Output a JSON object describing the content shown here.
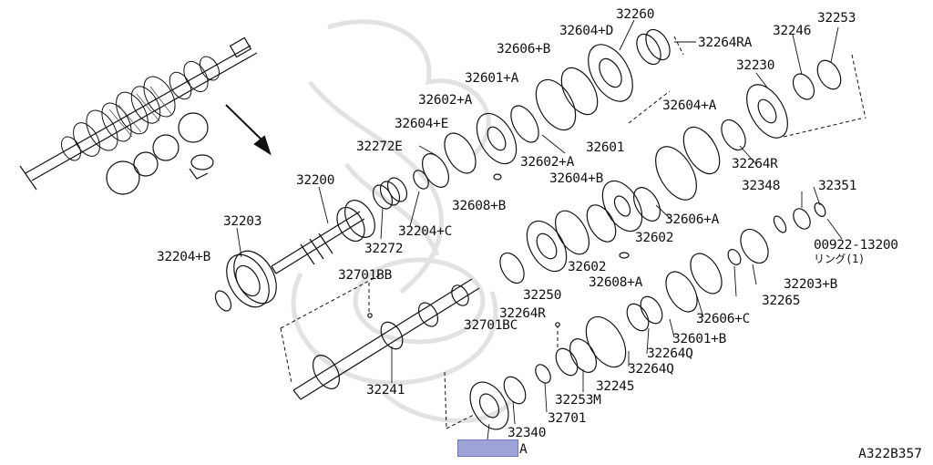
{
  "labels": {
    "p32260": "32260",
    "p32604_d": "32604+D",
    "p32253": "32253",
    "p32264_ra": "32264RA",
    "p32246": "32246",
    "p32606_b": "32606+B",
    "p32230": "32230",
    "p32601_a": "32601+A",
    "p32602_a1": "32602+A",
    "p32604_a": "32604+A",
    "p32604_e": "32604+E",
    "p32264r_top": "32264R",
    "p32601": "32601",
    "p32272e": "32272E",
    "p32602_a2": "32602+A",
    "p32604_b": "32604+B",
    "p32200": "32200",
    "p32608_b": "32608+B",
    "p32348": "32348",
    "p32351": "32351",
    "p32204_c": "32204+C",
    "p32606_a": "32606+A",
    "p32203": "32203",
    "p32272": "32272",
    "p32602_1": "32602",
    "p32204_b": "32204+B",
    "p00922": "00922-13200",
    "p_ring": "リング(1)",
    "p32602_2": "32602",
    "p32701bb": "32701BB",
    "p32608_a": "32608+A",
    "p32203_b": "32203+B",
    "p32250": "32250",
    "p32265": "32265",
    "p32264r_bottom": "32264R",
    "p32606_c": "32606+C",
    "p32701bc": "32701BC",
    "p32601_b": "32601+B",
    "p32264q_1": "32264Q",
    "p32264q_2": "32264Q",
    "p32241": "32241",
    "p32245": "32245",
    "p32253m": "32253M",
    "p32701": "32701",
    "p32340": "32340",
    "p_a": "A"
  },
  "diagram_ref": "A322B357",
  "colors": {
    "ink": "#111111",
    "highlight": "#9ea3d8",
    "watermark": "#e2e2e2"
  }
}
